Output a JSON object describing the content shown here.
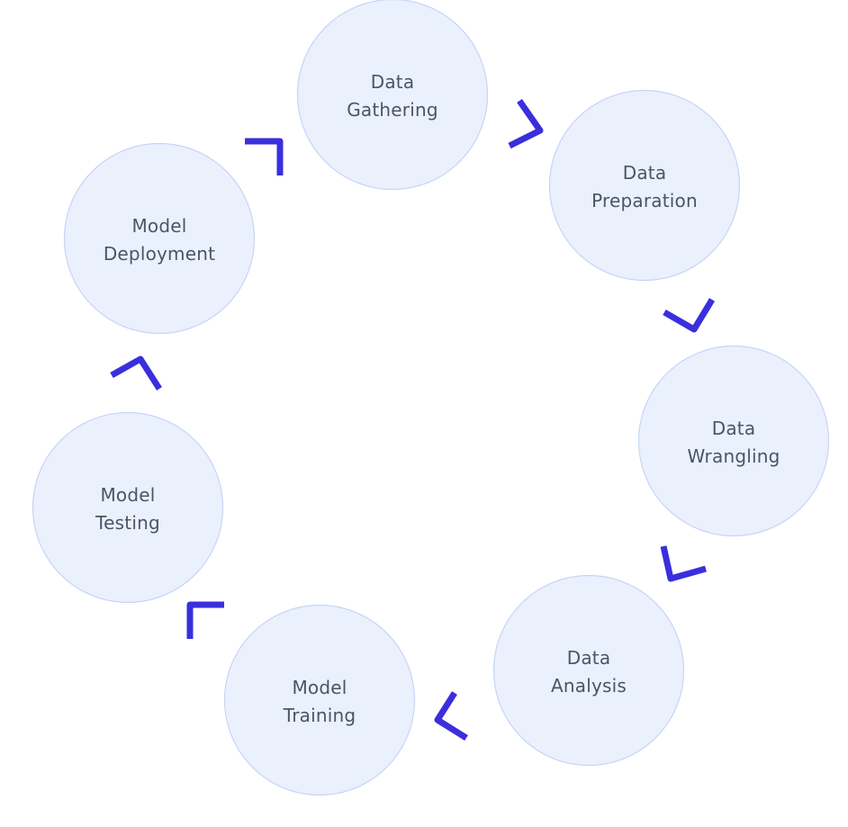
{
  "diagram": {
    "type": "cycle",
    "colors": {
      "circle_fill": "#ebf0fd",
      "circle_stroke": "#c7d4f7",
      "label": "#4a5566",
      "arrow": "#3a2fdc"
    },
    "stages": [
      {
        "id": "data-gathering",
        "line1": "Data",
        "line2": "Gathering"
      },
      {
        "id": "data-preparation",
        "line1": "Data",
        "line2": "Preparation"
      },
      {
        "id": "data-wrangling",
        "line1": "Data",
        "line2": "Wrangling"
      },
      {
        "id": "data-analysis",
        "line1": "Data",
        "line2": "Analysis"
      },
      {
        "id": "model-training",
        "line1": "Model",
        "line2": "Training"
      },
      {
        "id": "model-testing",
        "line1": "Model",
        "line2": "Testing"
      },
      {
        "id": "model-deployment",
        "line1": "Model",
        "line2": "Deployment"
      }
    ],
    "flow_direction": "clockwise"
  }
}
